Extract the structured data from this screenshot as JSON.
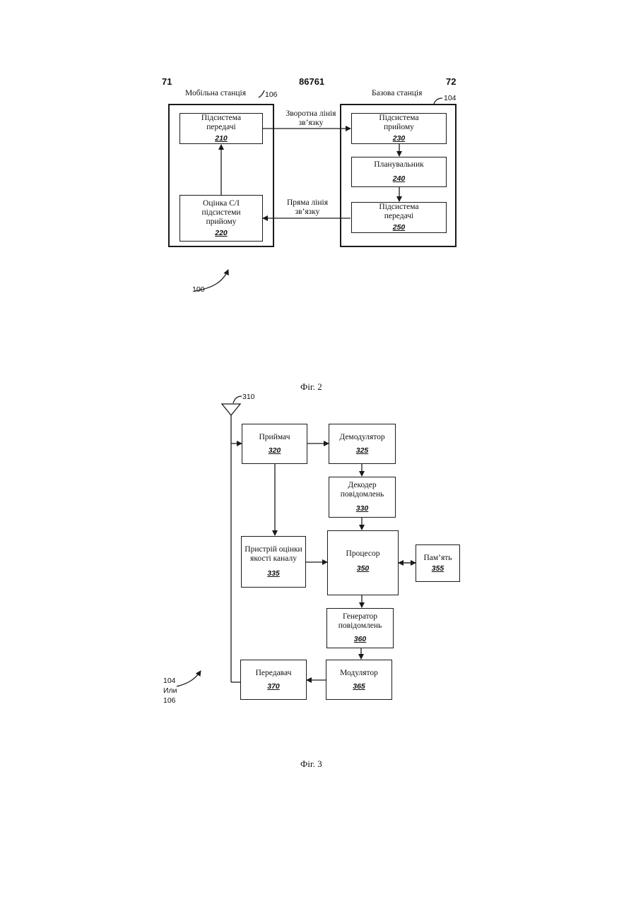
{
  "header": {
    "left_page": "71",
    "center_number": "86761",
    "right_page": "72"
  },
  "fig2": {
    "mobile_station": {
      "title": "Мобільна станція",
      "ref": "106"
    },
    "base_station": {
      "title": "Базова станція",
      "ref": "104"
    },
    "tx_subsystem": {
      "line1": "Підсистема",
      "line2": "передачі",
      "num": "210"
    },
    "ci_estimator": {
      "line1": "Оцінка С/І",
      "line2": "підсистеми",
      "line3": "прийому",
      "num": "220"
    },
    "rx_subsystem": {
      "line1": "Підсистема",
      "line2": "прийому",
      "num": "230"
    },
    "scheduler": {
      "line1": "Планувальник",
      "num": "240"
    },
    "bs_tx_subsystem": {
      "line1": "Підсистема",
      "line2": "передачі",
      "num": "250"
    },
    "reverse_link": {
      "line1": "Зворотна лінія",
      "line2": "зв’язку"
    },
    "forward_link": {
      "line1": "Пряма лінія",
      "line2": "зв’язку"
    },
    "ref_100": "100",
    "caption": "Фіг. 2"
  },
  "fig3": {
    "antenna_ref": "310",
    "receiver": {
      "line1": "Приймач",
      "num": "320"
    },
    "demodulator": {
      "line1": "Демодулятор",
      "num": "325"
    },
    "msg_decoder": {
      "line1": "Декодер",
      "line2": "повідомлень",
      "num": "330"
    },
    "channel_estimator": {
      "line1": "Пристрій оцінки",
      "line2": "якості каналу",
      "num": "335"
    },
    "processor": {
      "line1": "Процесор",
      "num": "350"
    },
    "memory": {
      "line1": "Пам’ять",
      "num": "355"
    },
    "msg_generator": {
      "line1": "Генератор",
      "line2": "повідомлень",
      "num": "360"
    },
    "modulator": {
      "line1": "Модулятор",
      "num": "365"
    },
    "transmitter": {
      "line1": "Передавач",
      "num": "370"
    },
    "ref_104": "104",
    "ref_or": "Или",
    "ref_106": "106",
    "caption": "Фіг. 3"
  }
}
